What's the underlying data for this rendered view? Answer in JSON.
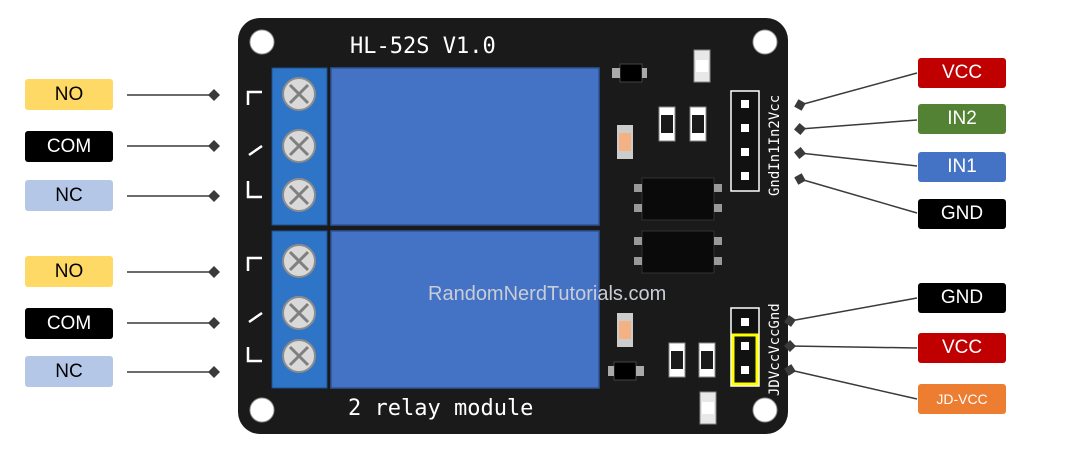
{
  "board": {
    "title": "HL-52S V1.0",
    "subtitle": "2 relay module",
    "header_right_label": "GndIn1In2Vcc",
    "header_bottom_label": "JDVccVccGnd",
    "watermark": "RandomNerdTutorials.com"
  },
  "left_pins": [
    {
      "label": "NO",
      "bg": "#ffd966",
      "fg": "#000000"
    },
    {
      "label": "COM",
      "bg": "#000000",
      "fg": "#ffffff"
    },
    {
      "label": "NC",
      "bg": "#b4c7e7",
      "fg": "#000000"
    },
    {
      "label": "NO",
      "bg": "#ffd966",
      "fg": "#000000"
    },
    {
      "label": "COM",
      "bg": "#000000",
      "fg": "#ffffff"
    },
    {
      "label": "NC",
      "bg": "#b4c7e7",
      "fg": "#000000"
    }
  ],
  "right_pins": [
    {
      "label": "VCC",
      "bg": "#c00000",
      "fg": "#ffffff"
    },
    {
      "label": "IN2",
      "bg": "#548235",
      "fg": "#ffffff"
    },
    {
      "label": "IN1",
      "bg": "#4472c4",
      "fg": "#ffffff"
    },
    {
      "label": "GND",
      "bg": "#000000",
      "fg": "#ffffff"
    },
    {
      "label": "GND",
      "bg": "#000000",
      "fg": "#ffffff"
    },
    {
      "label": "VCC",
      "bg": "#c00000",
      "fg": "#ffffff"
    },
    {
      "label": "JD-VCC",
      "bg": "#ed7d31",
      "fg": "#ffffff"
    }
  ],
  "colors": {
    "board": "#1a1a1a",
    "relay_blue": "#4472c4",
    "terminal_blue": "#2e75c8",
    "jumper_highlight": "#ffff00"
  }
}
